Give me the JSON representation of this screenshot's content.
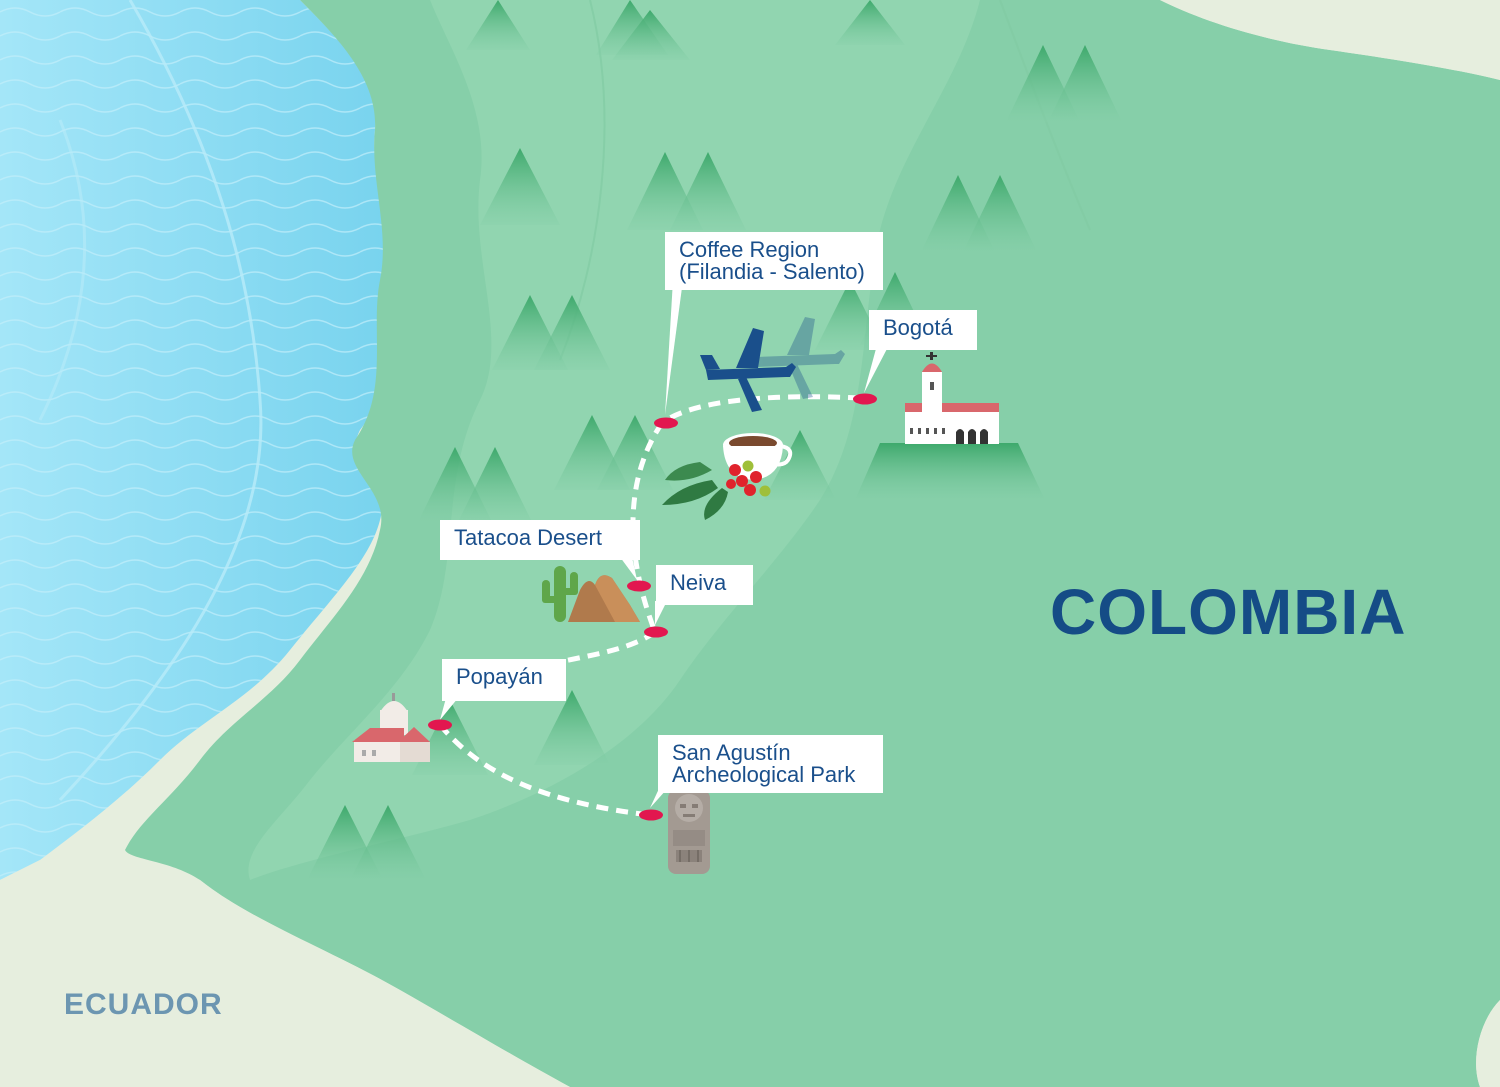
{
  "map": {
    "country_main": "COLOMBIA",
    "country_neighbor": "ECUADOR",
    "colors": {
      "land": "#86cfa9",
      "land_light": "#94d6b1",
      "ocean": "#7fd7f0",
      "neighbor_land": "#e6eede",
      "label_text": "#1a4f8b",
      "route": "#ffffff",
      "pin": "#e2174f",
      "plane": "#1a4f8b"
    },
    "icons": [
      "plane-icon",
      "coffee-cup-icon",
      "cactus-icon",
      "church-icon",
      "colonial-town-icon",
      "stone-statue-icon",
      "mountain-icon"
    ],
    "stops": [
      {
        "name": "Bogotá",
        "lines": [
          "Bogotá"
        ]
      },
      {
        "name": "Coffee Region",
        "lines": [
          "Coffee Region",
          "(Filandia - Salento)"
        ]
      },
      {
        "name": "Tatacoa Desert",
        "lines": [
          "Tatacoa Desert"
        ]
      },
      {
        "name": "Neiva",
        "lines": [
          "Neiva"
        ]
      },
      {
        "name": "Popayán",
        "lines": [
          "Popayán"
        ]
      },
      {
        "name": "San Agustín",
        "lines": [
          "San Agustín",
          "Archeological Park"
        ]
      }
    ]
  }
}
